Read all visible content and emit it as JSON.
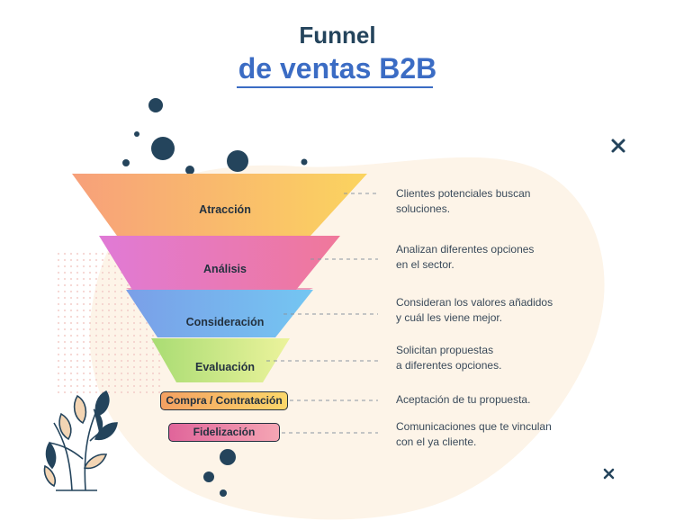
{
  "title": {
    "line1": "Funnel",
    "line2": "de ventas B2B"
  },
  "stages": [
    {
      "label": "Atracción",
      "desc_line1": "Clientes potenciales buscan",
      "desc_line2": "soluciones."
    },
    {
      "label": "Análisis",
      "desc_line1": "Analizan diferentes opciones",
      "desc_line2": "en el sector."
    },
    {
      "label": "Consideración",
      "desc_line1": "Consideran los valores añadidos",
      "desc_line2": "y cuál les viene mejor."
    },
    {
      "label": "Evaluación",
      "desc_line1": "Solicitan propuestas",
      "desc_line2": "a diferentes opciones."
    },
    {
      "label": "Compra / Contratación",
      "desc_line1": "Aceptación de tu propuesta.",
      "desc_line2": ""
    },
    {
      "label": "Fidelización",
      "desc_line1": "Comunicaciones que te vinculan",
      "desc_line2": "con el ya cliente."
    }
  ],
  "colors": {
    "navy": "#24445c",
    "blue": "#3b6cc4",
    "atraccion": [
      "#f7a07a",
      "#fbd45f"
    ],
    "analisis": [
      "#e07ad6",
      "#f0789a"
    ],
    "consideracion": [
      "#7a9fe8",
      "#74c6f2"
    ],
    "evaluacion": [
      "#a9dc73",
      "#ecf39c"
    ],
    "compra": [
      "#f4a062",
      "#fbd86a"
    ],
    "fidelizacion": [
      "#e0649a",
      "#f5a6b4"
    ]
  }
}
